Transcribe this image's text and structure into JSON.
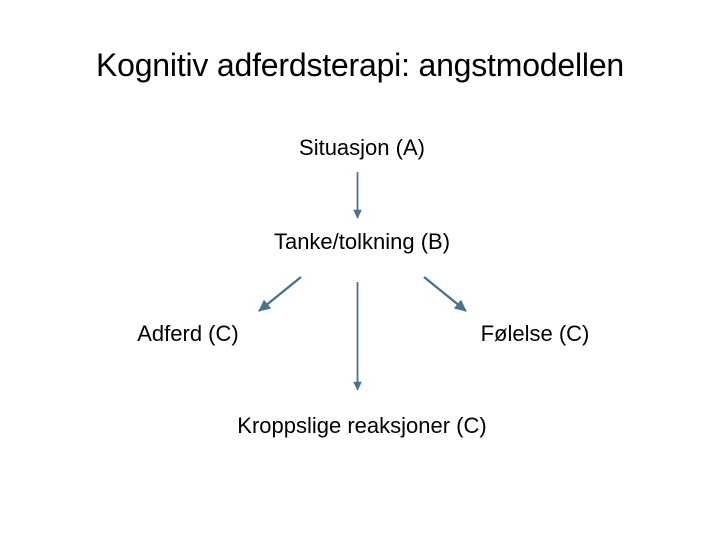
{
  "slide": {
    "title": "Kognitiv adferdsterapi: angstmodellen",
    "background_color": "#FFFFFF",
    "text_color": "#000000"
  },
  "diagram": {
    "type": "flow-diagram",
    "connector_color": "#4A7393",
    "nodes": [
      {
        "id": "situasjon",
        "label": "Situasjon (A)",
        "level": 1
      },
      {
        "id": "tanke",
        "label": "Tanke/tolkning (B)",
        "level": 2
      },
      {
        "id": "adferd",
        "label": "Adferd (C)",
        "level": 3
      },
      {
        "id": "folelse",
        "label": "Følelse (C)",
        "level": 3
      },
      {
        "id": "kropp",
        "label": "Kroppslige reaksjoner (C)",
        "level": 4
      }
    ],
    "edges": [
      {
        "from": "situasjon",
        "to": "tanke",
        "style": "arrow-down"
      },
      {
        "from": "tanke",
        "to": "adferd",
        "style": "arrow-diagonal-left"
      },
      {
        "from": "tanke",
        "to": "kropp",
        "style": "arrow-down"
      },
      {
        "from": "tanke",
        "to": "folelse",
        "style": "arrow-diagonal-right"
      }
    ]
  }
}
